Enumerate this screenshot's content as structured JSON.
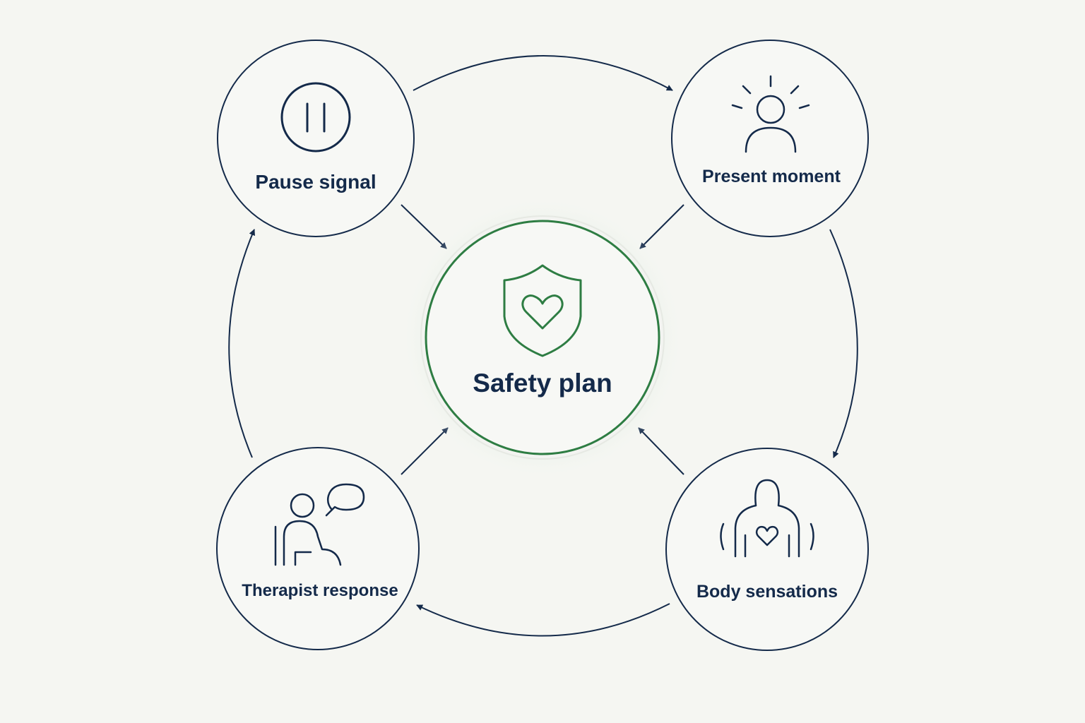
{
  "diagram": {
    "center": {
      "label": "Safety plan",
      "icon": "shield-heart-icon"
    },
    "nodes": [
      {
        "id": "pause",
        "label": "Pause signal",
        "icon": "pause-icon"
      },
      {
        "id": "present",
        "label": "Present moment",
        "icon": "person-radiating-icon"
      },
      {
        "id": "body",
        "label": "Body sensations",
        "icon": "body-heart-icon"
      },
      {
        "id": "therapist",
        "label": "Therapist response",
        "icon": "person-speech-bubble-icon"
      }
    ]
  },
  "colors": {
    "background": "#f5f6f2",
    "ink": "#142a4a",
    "accent_green": "#2e7d43",
    "node_fill": "#f7f8f5"
  }
}
